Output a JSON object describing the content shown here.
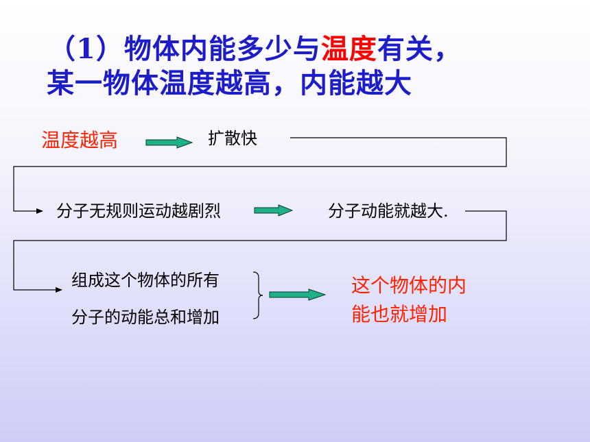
{
  "title": {
    "line1_prefix": "（1）物体内能多少与",
    "line1_highlight": "温度",
    "line1_suffix": "有关，",
    "line2": "某一物体温度越高，内能越大"
  },
  "flow": {
    "step1": "温度越高",
    "step2": "扩散快",
    "step3": "分子无规则运动越剧烈",
    "step4": "分子动能就越大.",
    "step5_line1": "组成这个物体的所有",
    "step5_line2": "分子的动能总和增加",
    "result_line1": "这个物体的内",
    "result_line2": "能也就增加"
  },
  "colors": {
    "title": "#1c1cc8",
    "highlight": "#ff0000",
    "emphasis": "#ff2200",
    "arrow_fill": "#1fb08a",
    "arrow_stroke": "#0b3d2a"
  }
}
